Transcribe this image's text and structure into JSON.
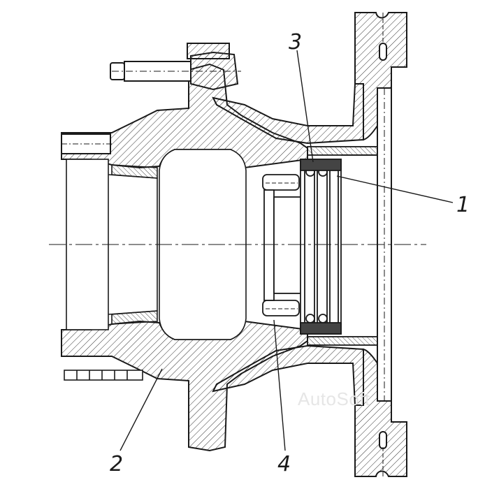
{
  "callouts": {
    "c1": "1",
    "c2": "2",
    "c3": "3",
    "c4": "4"
  },
  "watermark": "AutoSoft",
  "colors": {
    "line": "#1a1a1a",
    "hatch": "#333333",
    "paper": "#ffffff"
  }
}
